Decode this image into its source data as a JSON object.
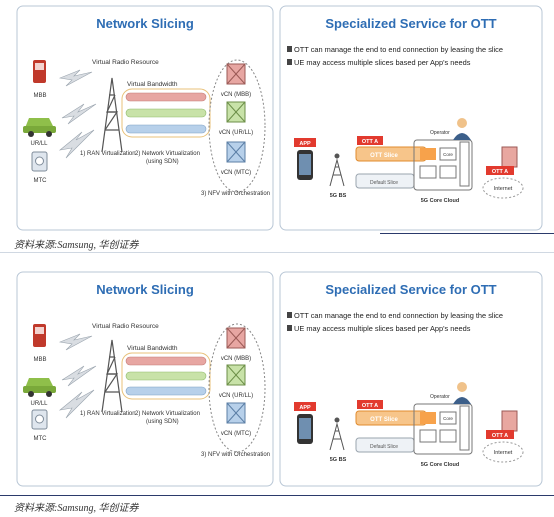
{
  "slides": [
    {
      "left_title": "Network Slicing",
      "right_title": "Specialized Service for OTT",
      "labels": {
        "vrr": "Virtual Radio Resource",
        "vbw": "Virtual Bandwidth",
        "mbb": "MBB",
        "urll": "UR/LL",
        "mtc": "MTC",
        "ran": "1) RAN Virtualization",
        "nv1": "2) Network Virtualization",
        "nv2": "(using SDN)",
        "nfv": "3) NFV with Orchestration",
        "vcn_mbb": "vCN (MBB)",
        "vcn_urll": "vCN (UR/LL)",
        "vcn_mtc": "vCN (MTC)"
      },
      "bullets": [
        "OTT can manage the end to end connection by leasing the slice",
        "UE may access multiple slices based per App's needs"
      ],
      "ott": {
        "app": "APP",
        "ott_a": "OTT A",
        "ott_slice": "OTT Slice",
        "default_slice": "Default Slice",
        "bs": "5G BS",
        "core": "5G Core Cloud",
        "operator": "Operator",
        "core_label": "Core",
        "ott_a_right": "OTT A",
        "internet": "Internet"
      },
      "caption": "资料来源:Samsung, 华创证券"
    },
    {
      "left_title": "Network Slicing",
      "right_title": "Specialized Service for OTT",
      "labels": {
        "vrr": "Virtual Radio Resource",
        "vbw": "Virtual Bandwidth",
        "mbb": "MBB",
        "urll": "UR/LL",
        "mtc": "MTC",
        "ran": "1) RAN Virtualization",
        "nv1": "2) Network Virtualization",
        "nv2": "(using SDN)",
        "nfv": "3) NFV with Orchestration",
        "vcn_mbb": "vCN (MBB)",
        "vcn_urll": "vCN (UR/LL)",
        "vcn_mtc": "vCN (MTC)"
      },
      "bullets": [
        "OTT can manage the end to end connection by leasing the slice",
        "UE may access multiple slices based per App's needs"
      ],
      "ott": {
        "app": "APP",
        "ott_a": "OTT A",
        "ott_slice": "OTT Slice",
        "default_slice": "Default Slice",
        "bs": "5G BS",
        "core": "5G Core Cloud",
        "operator": "Operator",
        "core_label": "Core",
        "ott_a_right": "OTT A",
        "internet": "Internet"
      },
      "caption": "资料来源:Samsung, 华创证券"
    }
  ],
  "colors": {
    "title_blue": "#2e6db4",
    "red": "#e23a2e",
    "orange": "#f7a24b",
    "panel_border": "#b9c7d6"
  }
}
